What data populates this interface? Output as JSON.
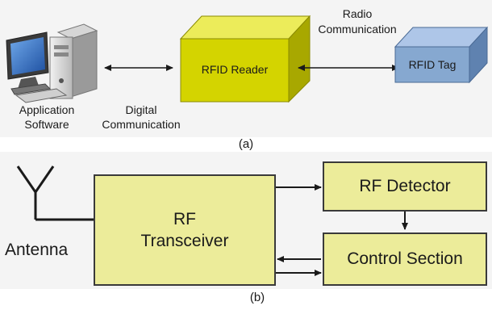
{
  "panel_a": {
    "caption": "(a)",
    "computer": {
      "label_line1": "Application",
      "label_line2": "Software"
    },
    "digital": {
      "line1": "Digital",
      "line2": "Communication"
    },
    "reader": {
      "label": "RFID Reader"
    },
    "radio": {
      "line1": "Radio",
      "line2": "Communication"
    },
    "tag": {
      "label": "RFID Tag"
    },
    "colors": {
      "reader_front": "#d4d400",
      "reader_top": "#ecec5a",
      "reader_side": "#a8a800",
      "tag_front": "#86a8d0",
      "tag_top": "#aec6e8",
      "tag_side": "#5f82b0"
    }
  },
  "panel_b": {
    "caption": "(b)",
    "antenna": {
      "label": "Antenna"
    },
    "transceiver": {
      "line1": "RF",
      "line2": "Transceiver"
    },
    "detector": {
      "label": "RF Detector"
    },
    "control": {
      "label": "Control Section"
    },
    "colors": {
      "box_fill": "#ecec9a",
      "box_border": "#3a3a3a",
      "arrow": "#1a1a1a"
    }
  }
}
